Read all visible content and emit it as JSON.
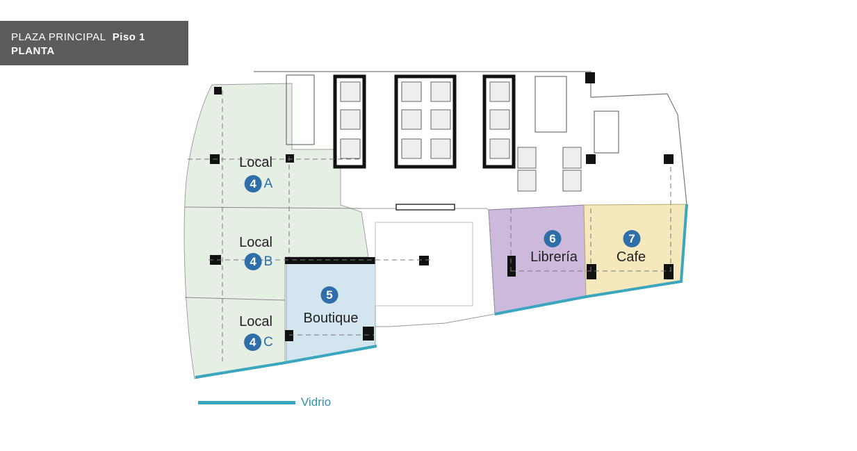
{
  "header": {
    "line1_a": "PLAZA PRINCIPAL",
    "line1_b": "Piso 1",
    "line2": "PLANTA"
  },
  "rooms": [
    {
      "title": "Local",
      "number": "4",
      "suffix": "A"
    },
    {
      "title": "Local",
      "number": "4",
      "suffix": "B"
    },
    {
      "title": "Local",
      "number": "4",
      "suffix": "C"
    },
    {
      "title": "Boutique",
      "number": "5",
      "suffix": ""
    },
    {
      "title": "Librería",
      "number": "6",
      "suffix": ""
    },
    {
      "title": "Cafe",
      "number": "7",
      "suffix": ""
    }
  ],
  "legend": {
    "label": "Vidrio"
  },
  "colors": {
    "local": "#e6efe4",
    "boutique": "#d3e5ef",
    "libreria": "#cdb9dc",
    "cafe": "#f6e8bd",
    "glass": "#3aa6bf",
    "badge": "#2f6ea9",
    "header": "#5c5c5c"
  }
}
